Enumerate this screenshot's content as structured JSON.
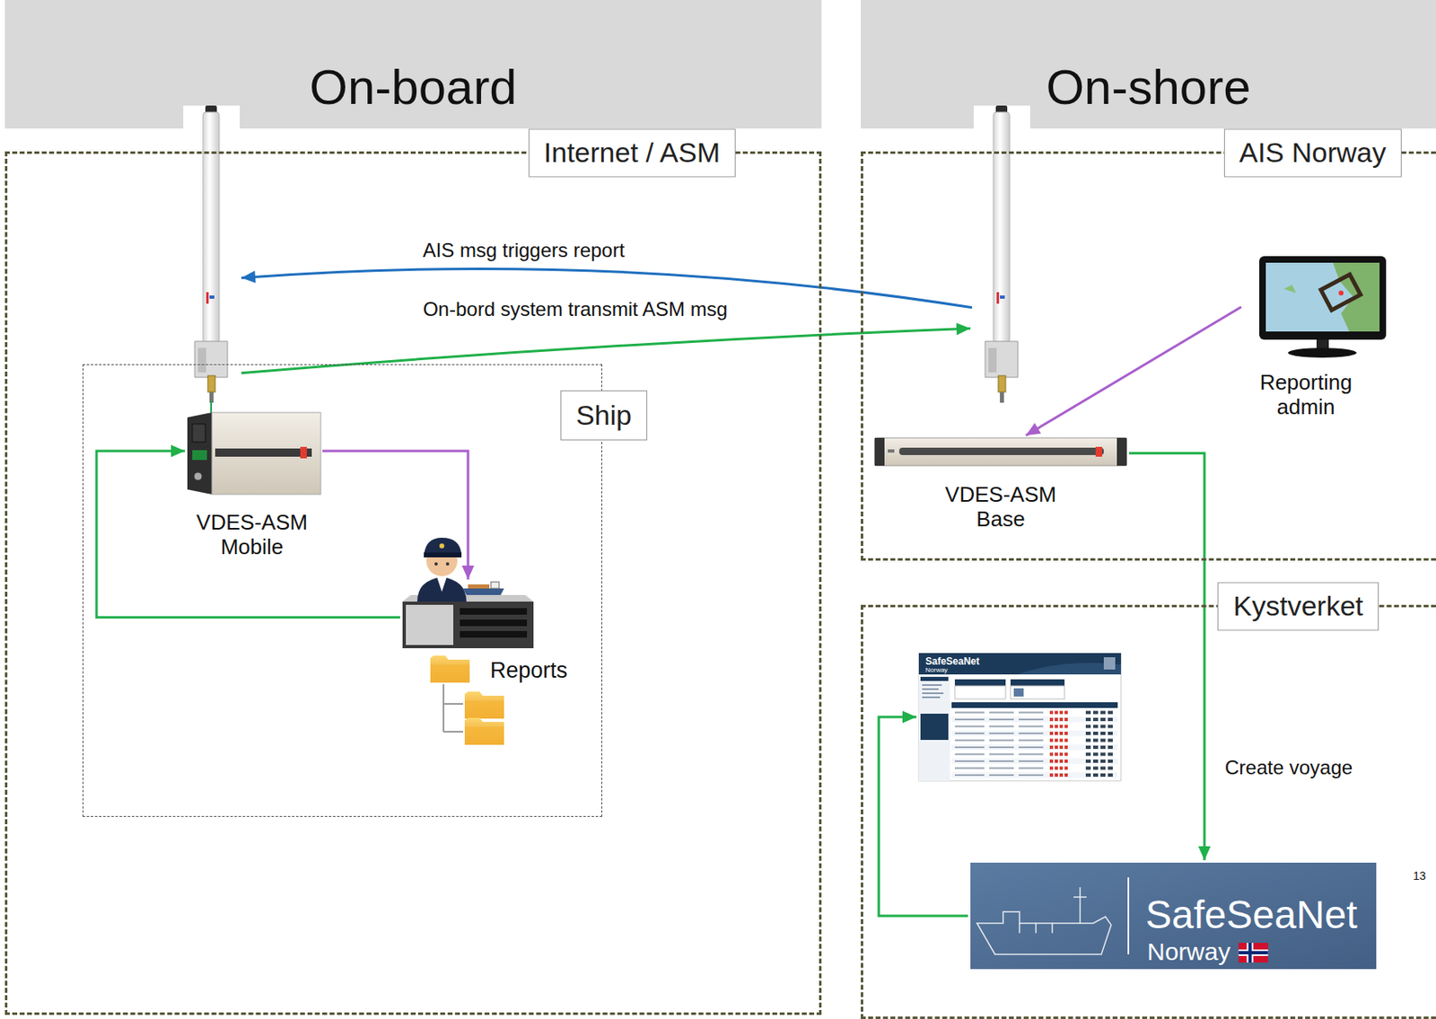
{
  "diagram": {
    "nodes": [
      {
        "text": [
          "On-board"
        ]
      },
      {
        "text": [
          "On-shore"
        ]
      },
      {
        "text": [
          "Internet / ASM"
        ]
      },
      {
        "text": [
          "Ship"
        ],
        "in": 2
      },
      {
        "text": [
          "VDES-ASM Mobile"
        ],
        "in": 3
      },
      {
        "text": [
          "Reports"
        ],
        "in": 3
      },
      {
        "text": [
          "AIS Norway"
        ]
      },
      {
        "text": [
          "VDES-ASM Base"
        ],
        "in": 6
      },
      {
        "text": [
          "Reporting admin"
        ],
        "in": 6
      },
      {
        "text": [
          "Kystverket"
        ]
      },
      {
        "text": [
          "SafeSeaNet",
          "Norway"
        ],
        "in": 9
      },
      {
        "text": [
          "SafeSeaNet",
          "Norway"
        ],
        "in": 9
      }
    ],
    "edges": [
      {
        "from": 7,
        "to": 4,
        "arrow": "to",
        "label": "AIS msg triggers report"
      },
      {
        "from": 4,
        "to": 7,
        "arrow": "to",
        "label": "On-bord system transmit ASM msg"
      },
      {
        "from": 4,
        "to": 5,
        "arrow": "to"
      },
      {
        "from": 5,
        "to": 4,
        "arrow": "to"
      },
      {
        "from": 8,
        "to": 7,
        "arrow": "to"
      },
      {
        "from": 7,
        "to": 11,
        "arrow": "to",
        "label": "Create voyage"
      },
      {
        "from": 11,
        "to": 10,
        "arrow": "to"
      }
    ],
    "labels": [
      "13"
    ]
  }
}
